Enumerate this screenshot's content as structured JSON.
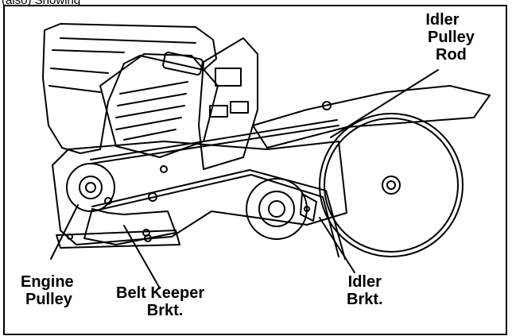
{
  "top_fragment": "(also) Showing",
  "labels": {
    "idler_pulley_rod": [
      "Idler",
      "Pulley",
      "Rod"
    ],
    "engine_pulley": [
      "Engine",
      "Pulley"
    ],
    "belt_keeper": [
      "Belt Keeper",
      "Brkt."
    ],
    "idler_brkt": [
      "Idler",
      "Brkt."
    ]
  },
  "colors": {
    "ink": "#000000",
    "paper": "#ffffff"
  }
}
